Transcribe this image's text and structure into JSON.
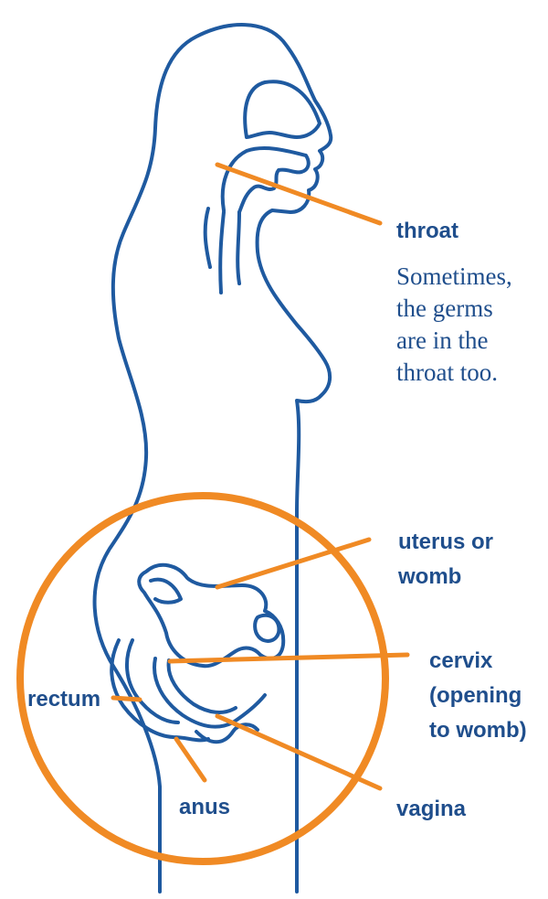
{
  "colors": {
    "body_outline": "#1f5aa0",
    "accent": "#f08a24",
    "text": "#1f4e8c"
  },
  "labels": {
    "throat": "throat",
    "uterus": [
      "uterus or",
      "womb"
    ],
    "cervix": [
      "cervix",
      "(opening",
      "to womb)"
    ],
    "rectum": "rectum",
    "anus": "anus",
    "vagina": "vagina"
  },
  "note": [
    "Sometimes,",
    "the germs",
    "are in the",
    "throat too."
  ]
}
